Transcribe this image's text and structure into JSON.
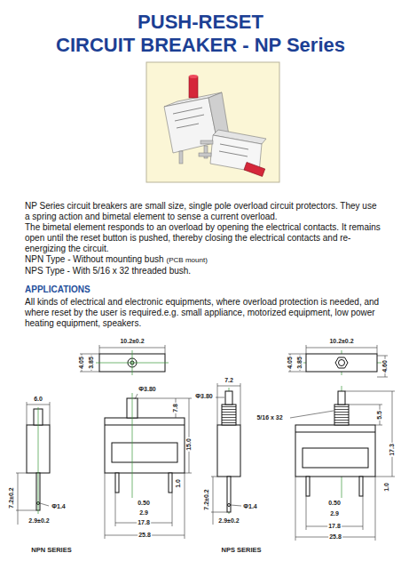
{
  "diagram": {
    "title": "PUSH-RESET CIRCUIT BREAKER - NP Series",
    "labels": [
      "NP Series circuit breakers are small size, single pole overload circuit protectors. They use a spring action and bimetal element to sense a current overload.",
      "The bimetal element responds to an overload by opening the electrical contacts. It remains open until the reset button is pushed, thereby closing the electrical contacts and re-energizing the circuit.",
      "NPN Type - Without mounting bush",
      "(PCB mount)",
      "NPS Type - With 5/16 x 32 threaded bush.",
      "APPLICATIONS",
      "All kinds of electrical and electronic equipments, where overload protection is needed, and where reset by the user is required.e.g. small appliance, motorized equipment, low power heating equipment, speakers.",
      "10.2±0.2",
      "4.05",
      "3.85",
      "Φ3.80",
      "7.8",
      "6.0",
      "15.0",
      "1.0",
      "Φ1.4",
      "7.2±0.2",
      "2.9±0.2",
      "0.50",
      "2.9",
      "17.8",
      "25.8",
      "NPN SERIES",
      "10.2±0.2",
      "4.05",
      "3.85",
      "4.60",
      "7.2",
      "Φ3.80",
      "5/16 x 32",
      "5.5",
      "17.3",
      "1.0",
      "Φ1.4",
      "7.2±0.2",
      "2.9±0.2",
      "0.50",
      "2.9",
      "17.8",
      "25.8",
      "NPS SERIES"
    ]
  }
}
